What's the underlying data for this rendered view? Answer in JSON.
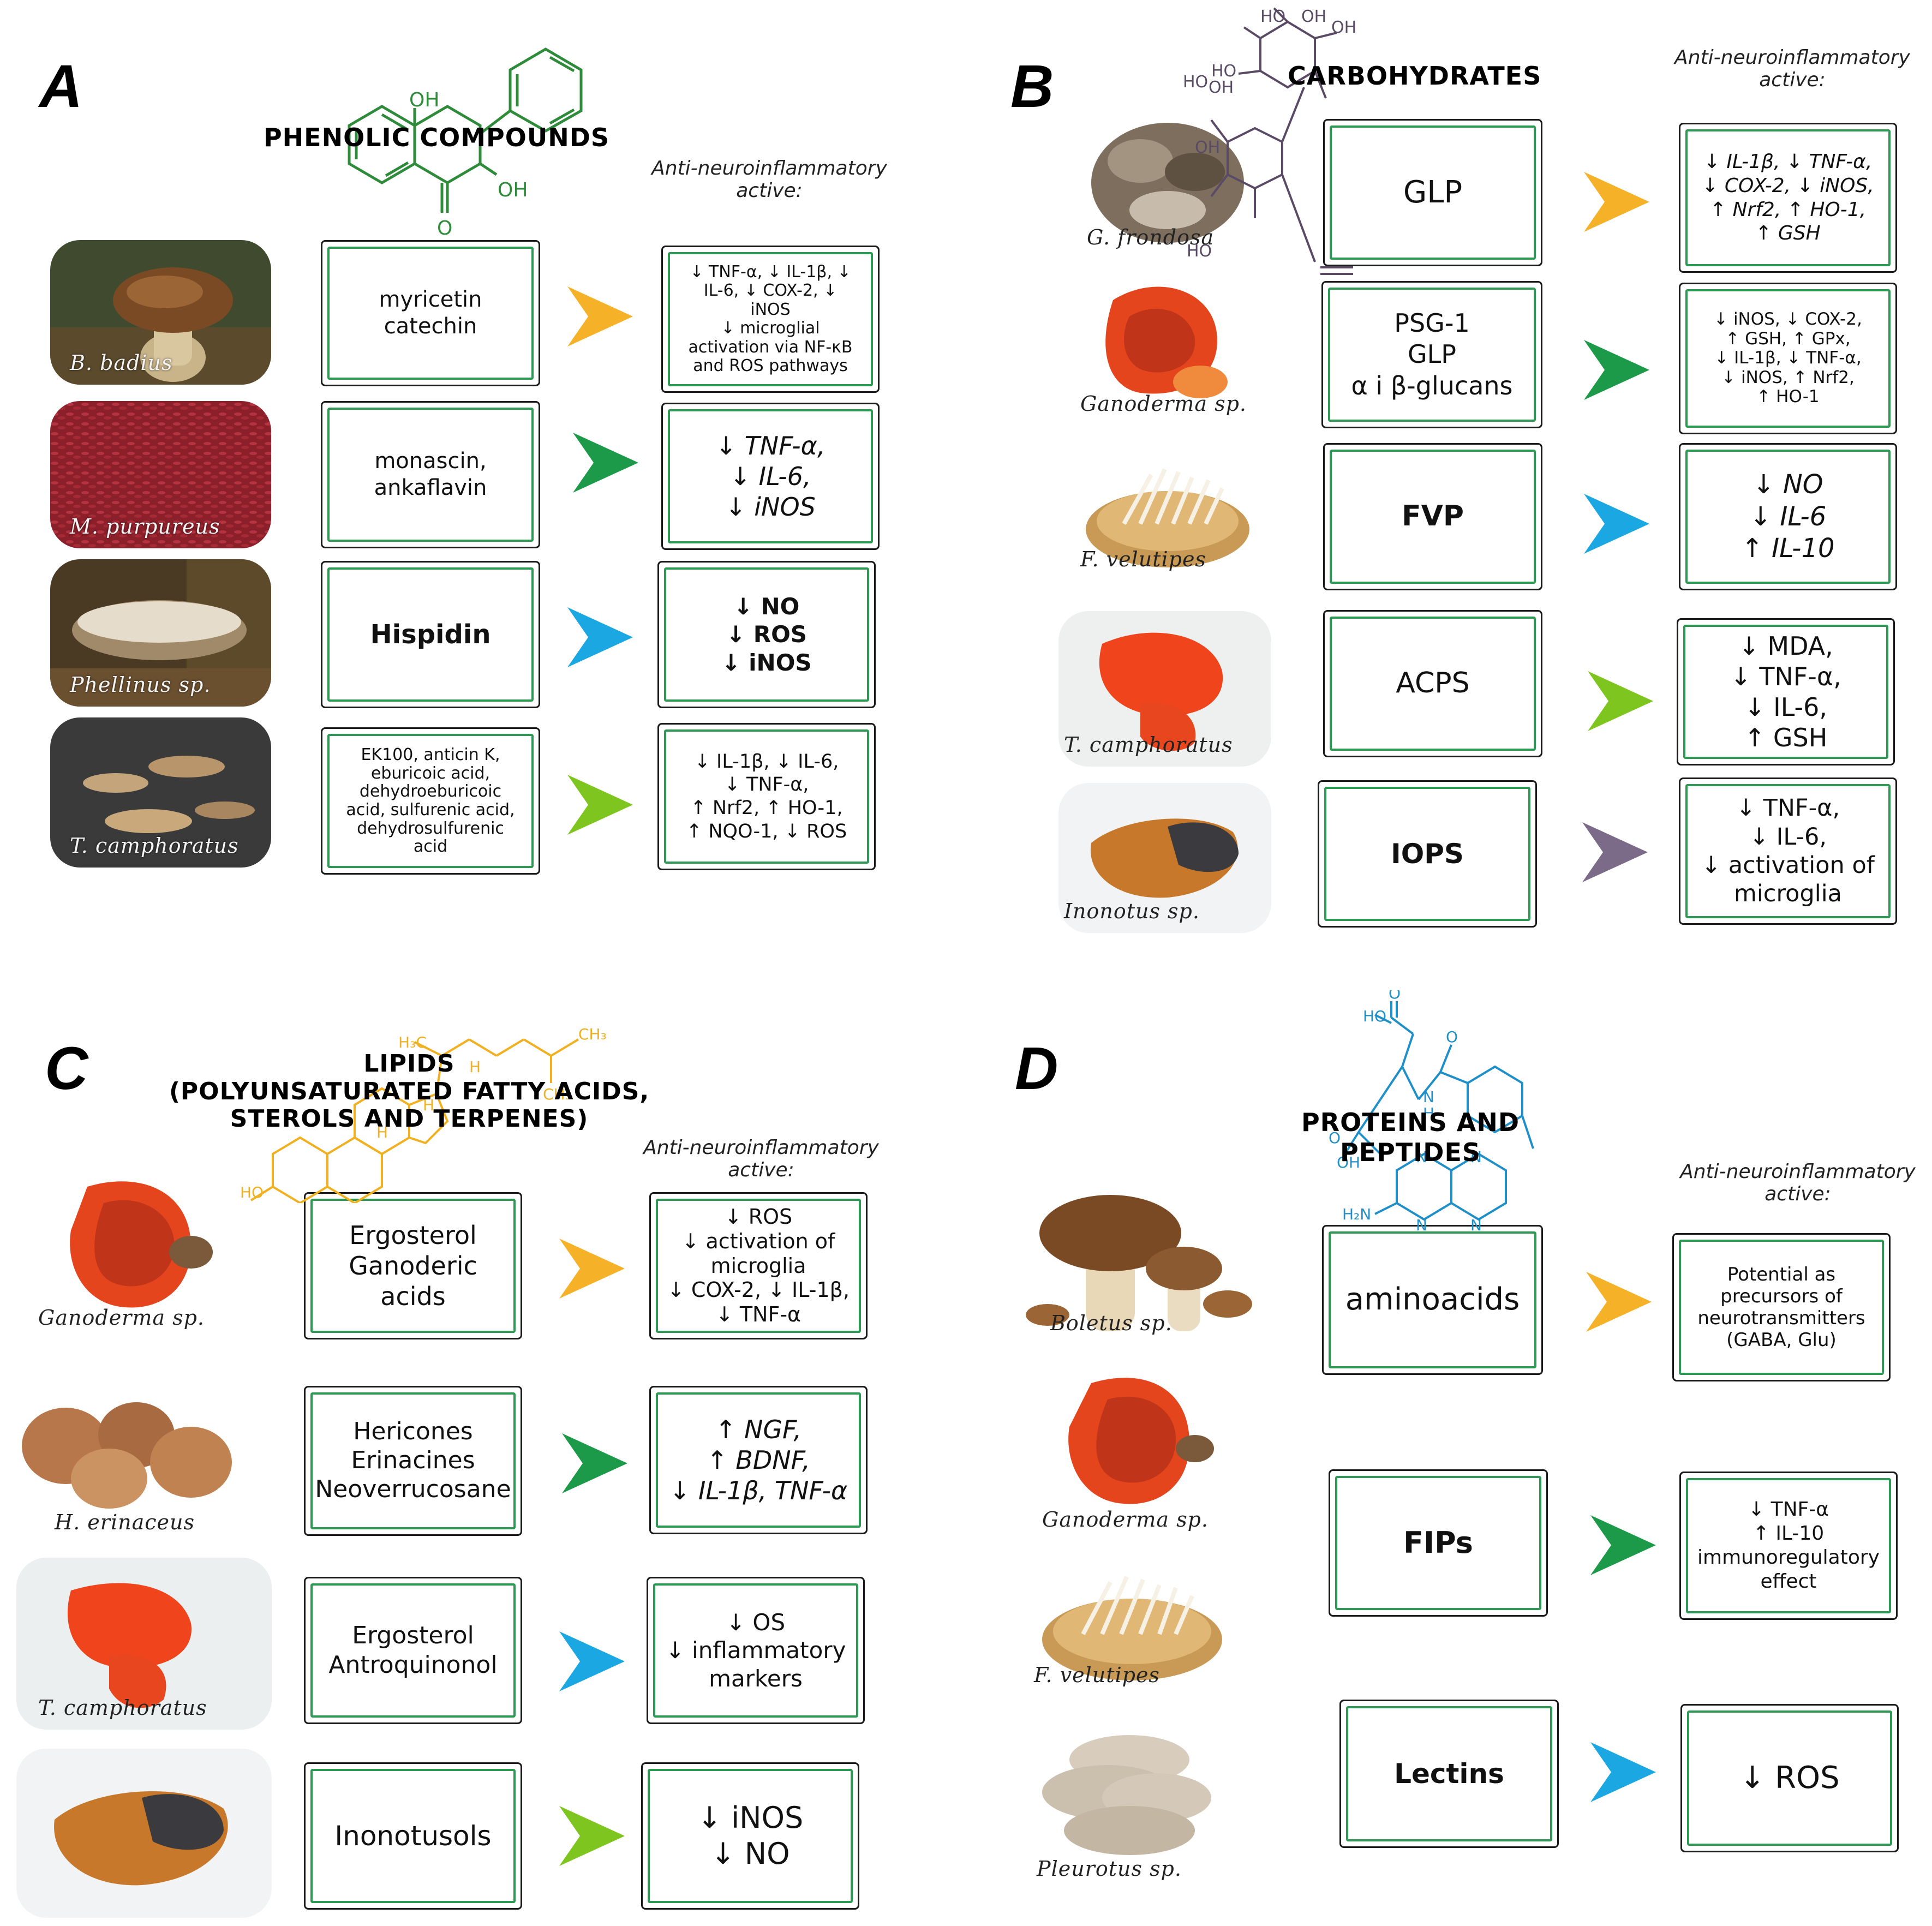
{
  "panels": [
    {
      "letter": "A",
      "title": "PHENOLIC COMPOUNDS",
      "active_header": "Anti-neuroinflammatory\nactive:",
      "rows": [
        {
          "species": "B. badius",
          "compounds": "myricetin\ncatechin",
          "effects": "↓ TNF-α, ↓ IL-1β, ↓\nIL-6, ↓ COX-2, ↓\niNOS\n↓ microglial\nactivation via NF-κB\nand ROS pathways",
          "arrow_color": "#f5b229"
        },
        {
          "species": "M. purpureus",
          "compounds": "monascin,\nankaflavin",
          "effects": "↓ TNF-α,\n↓ IL-6,\n↓ iNOS",
          "arrow_color": "#1d9a49"
        },
        {
          "species": "Phellinus sp.",
          "compounds": "Hispidin",
          "effects": "↓ NO\n↓ ROS\n↓ iNOS",
          "arrow_color": "#1ba7e2"
        },
        {
          "species": "T. camphoratus",
          "compounds": "EK100, anticin K,\neburicoic acid,\ndehydroeburicoic\nacid, sulfurenic acid,\ndehydrosulfurenic\nacid",
          "effects": "↓ IL-1β, ↓ IL-6,\n↓ TNF-α,\n↑ Nrf2, ↑ HO-1,\n↑ NQO-1, ↓ ROS",
          "arrow_color": "#7ec61f"
        }
      ]
    },
    {
      "letter": "B",
      "title": "CARBOHYDRATES",
      "active_header": "Anti-neuroinflammatory\nactive:",
      "rows": [
        {
          "species": "G. frondosa",
          "compounds": "GLP",
          "effects": "↓ IL-1β, ↓ TNF-α,\n↓ COX-2, ↓ iNOS,\n↑ Nrf2, ↑ HO-1,\n↑ GSH",
          "arrow_color": "#f5b229"
        },
        {
          "species": "Ganoderma sp.",
          "compounds": "PSG-1\nGLP\nα i β-glucans",
          "effects": "↓ iNOS, ↓ COX-2,\n↑ GSH, ↑ GPx,\n↓ IL-1β, ↓ TNF-α,\n↓ iNOS, ↑ Nrf2,\n↑ HO-1",
          "arrow_color": "#1d9a49"
        },
        {
          "species": "F. velutipes",
          "compounds": "FVP",
          "effects": "↓ NO\n↓ IL-6\n↑ IL-10",
          "arrow_color": "#1ba7e2"
        },
        {
          "species": "T. camphoratus",
          "compounds": "ACPS",
          "effects": "↓ MDA,\n↓ TNF-α,\n↓ IL-6,\n↑ GSH",
          "arrow_color": "#7ec61f"
        },
        {
          "species": "Inonotus sp.",
          "compounds": "IOPS",
          "effects": "↓ TNF-α,\n↓ IL-6,\n↓ activation of\nmicroglia",
          "arrow_color": "#7b6a88"
        }
      ]
    },
    {
      "letter": "C",
      "title": "LIPIDS\n(POLYUNSATURATED FATTY ACIDS,\nSTEROLS AND TERPENES)",
      "active_header": "Anti-neuroinflammatory\nactive:",
      "rows": [
        {
          "species": "Ganoderma sp.",
          "compounds": "Ergosterol\nGanoderic acids",
          "effects": "↓ ROS\n↓ activation of\nmicroglia\n↓ COX-2, ↓ IL-1β,\n↓ TNF-α",
          "arrow_color": "#f5b229"
        },
        {
          "species": "H. erinaceus",
          "compounds": "Hericones\nErinacines\nNeoverrucosane",
          "effects": "↑ NGF,\n↑ BDNF,\n↓ IL-1β, TNF-α",
          "arrow_color": "#1d9a49"
        },
        {
          "species": "T. camphoratus",
          "compounds": "Ergosterol\nAntroquinonol",
          "effects": "↓ OS\n↓ inflammatory\nmarkers",
          "arrow_color": "#1ba7e2"
        },
        {
          "species": "",
          "compounds": "Inonotusols",
          "effects": "↓ iNOS\n↓ NO",
          "arrow_color": "#7ec61f"
        }
      ]
    },
    {
      "letter": "D",
      "title": "PROTEINS AND PEPTIDES",
      "active_header": "Anti-neuroinflammatory\nactive:",
      "rows": [
        {
          "species": "Boletus sp.",
          "compounds": "aminoacids",
          "effects": "Potential as\nprecursors of\nneurotransmitters\n(GABA, Glu)",
          "arrow_color": "#f5b229"
        },
        {
          "species": "Ganoderma sp.",
          "compounds": "FIPs",
          "effects": "↓ TNF-α\n↑ IL-10\nimmunoregulatory\neffect",
          "arrow_color": "#1d9a49"
        },
        {
          "species": "F. velutipes",
          "compounds": "",
          "effects": "",
          "arrow_color": ""
        },
        {
          "species": "Pleurotus sp.",
          "compounds": "Lectins",
          "effects": "↓ ROS",
          "arrow_color": "#1ba7e2"
        }
      ]
    }
  ],
  "molecules": {
    "a": {
      "labels": [
        "OH",
        "OH",
        "O"
      ],
      "color": "#2e8b3a"
    },
    "b": {
      "labels": [
        "HO",
        "OH",
        "OH",
        "HO",
        "OH",
        "HO",
        "OH",
        "OH",
        "HO"
      ],
      "color": "#5a4a66"
    },
    "c": {
      "labels": [
        "H₃C",
        "CH₃",
        "CH₃",
        "H",
        "H",
        "H",
        "HO"
      ],
      "color": "#f0b020"
    },
    "d": {
      "labels": [
        "HO",
        "O",
        "O",
        "N",
        "H",
        "O",
        "OH",
        "N",
        "N",
        "H₂N",
        "N",
        "N"
      ],
      "color": "#1f8fc8"
    }
  }
}
